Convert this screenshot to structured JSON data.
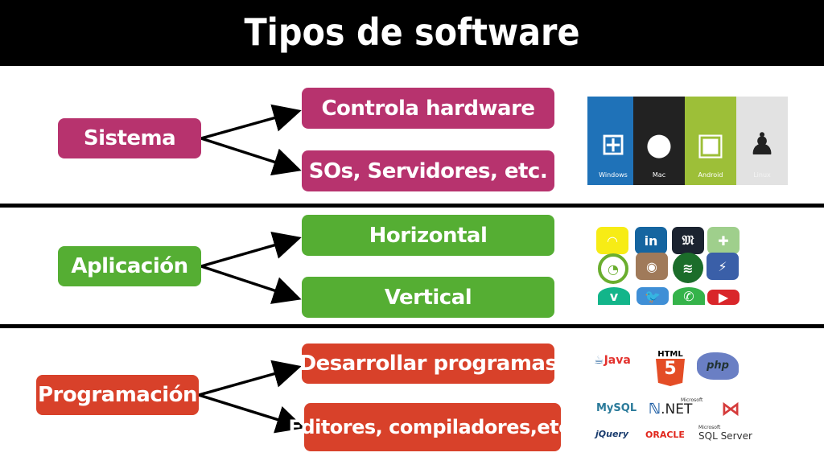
{
  "title": "Tipos de software",
  "sections": [
    {
      "label": "Sistema",
      "items": [
        "Controla hardware",
        "SOs, Servidores, etc."
      ]
    },
    {
      "label": "Aplicación",
      "items": [
        "Horizontal",
        "Vertical"
      ]
    },
    {
      "label": "Programación",
      "items": [
        "Desarrollar programas",
        "Editores, compiladores,etc."
      ]
    }
  ],
  "os_logos": [
    "Windows",
    "Mac",
    "Android",
    "Linux"
  ],
  "prog_logos": [
    "Java",
    "HTML",
    "php",
    "MySQL",
    "Microsoft",
    ".NET",
    "jQuery",
    "ORACLE",
    "Microsoft",
    "SQL Server"
  ],
  "colors": {
    "sistema": "#b7336e",
    "aplicacion": "#55ae33",
    "programacion": "#d8412a"
  }
}
